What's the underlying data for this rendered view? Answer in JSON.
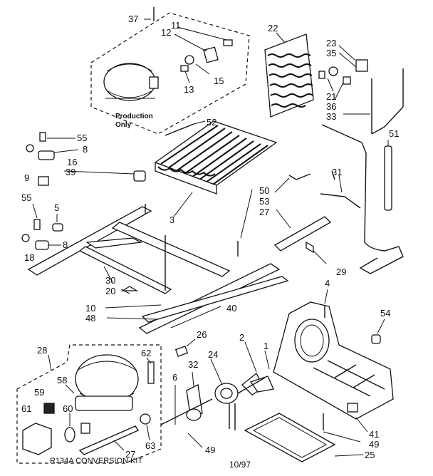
{
  "diagram": {
    "callouts": {
      "c37": "37",
      "c11": "11",
      "c12": "12",
      "c22": "22",
      "c23": "23",
      "c35": "35",
      "c15": "15",
      "c13": "13",
      "c21": "21",
      "c36": "36",
      "c33": "33",
      "c52": "52",
      "c51": "51",
      "c55a": "55",
      "c8a": "8",
      "c9": "9",
      "c16": "16",
      "c39": "39",
      "c31": "31",
      "c50": "50",
      "c53": "53",
      "c27a": "27",
      "c55b": "55",
      "c5": "5",
      "c3": "3",
      "c18": "18",
      "c8b": "8",
      "c29": "29",
      "c30": "30",
      "c20": "20",
      "c4": "4",
      "c10": "10",
      "c48": "48",
      "c40": "40",
      "c54": "54",
      "c26": "26",
      "c28": "28",
      "c2": "2",
      "c1": "1",
      "c62": "62",
      "c32": "32",
      "c24": "24",
      "c6": "6",
      "c58": "58",
      "c59": "59",
      "c60": "60",
      "c61": "61",
      "c63": "63",
      "c27b": "27",
      "c41": "41",
      "c49a": "49",
      "c49b": "49",
      "c25": "25"
    },
    "compressor_note_line1": "Production",
    "compressor_note_line2": "Only",
    "kit_label": "R134A CONVERSION KIT",
    "footer_date": "10/97"
  }
}
